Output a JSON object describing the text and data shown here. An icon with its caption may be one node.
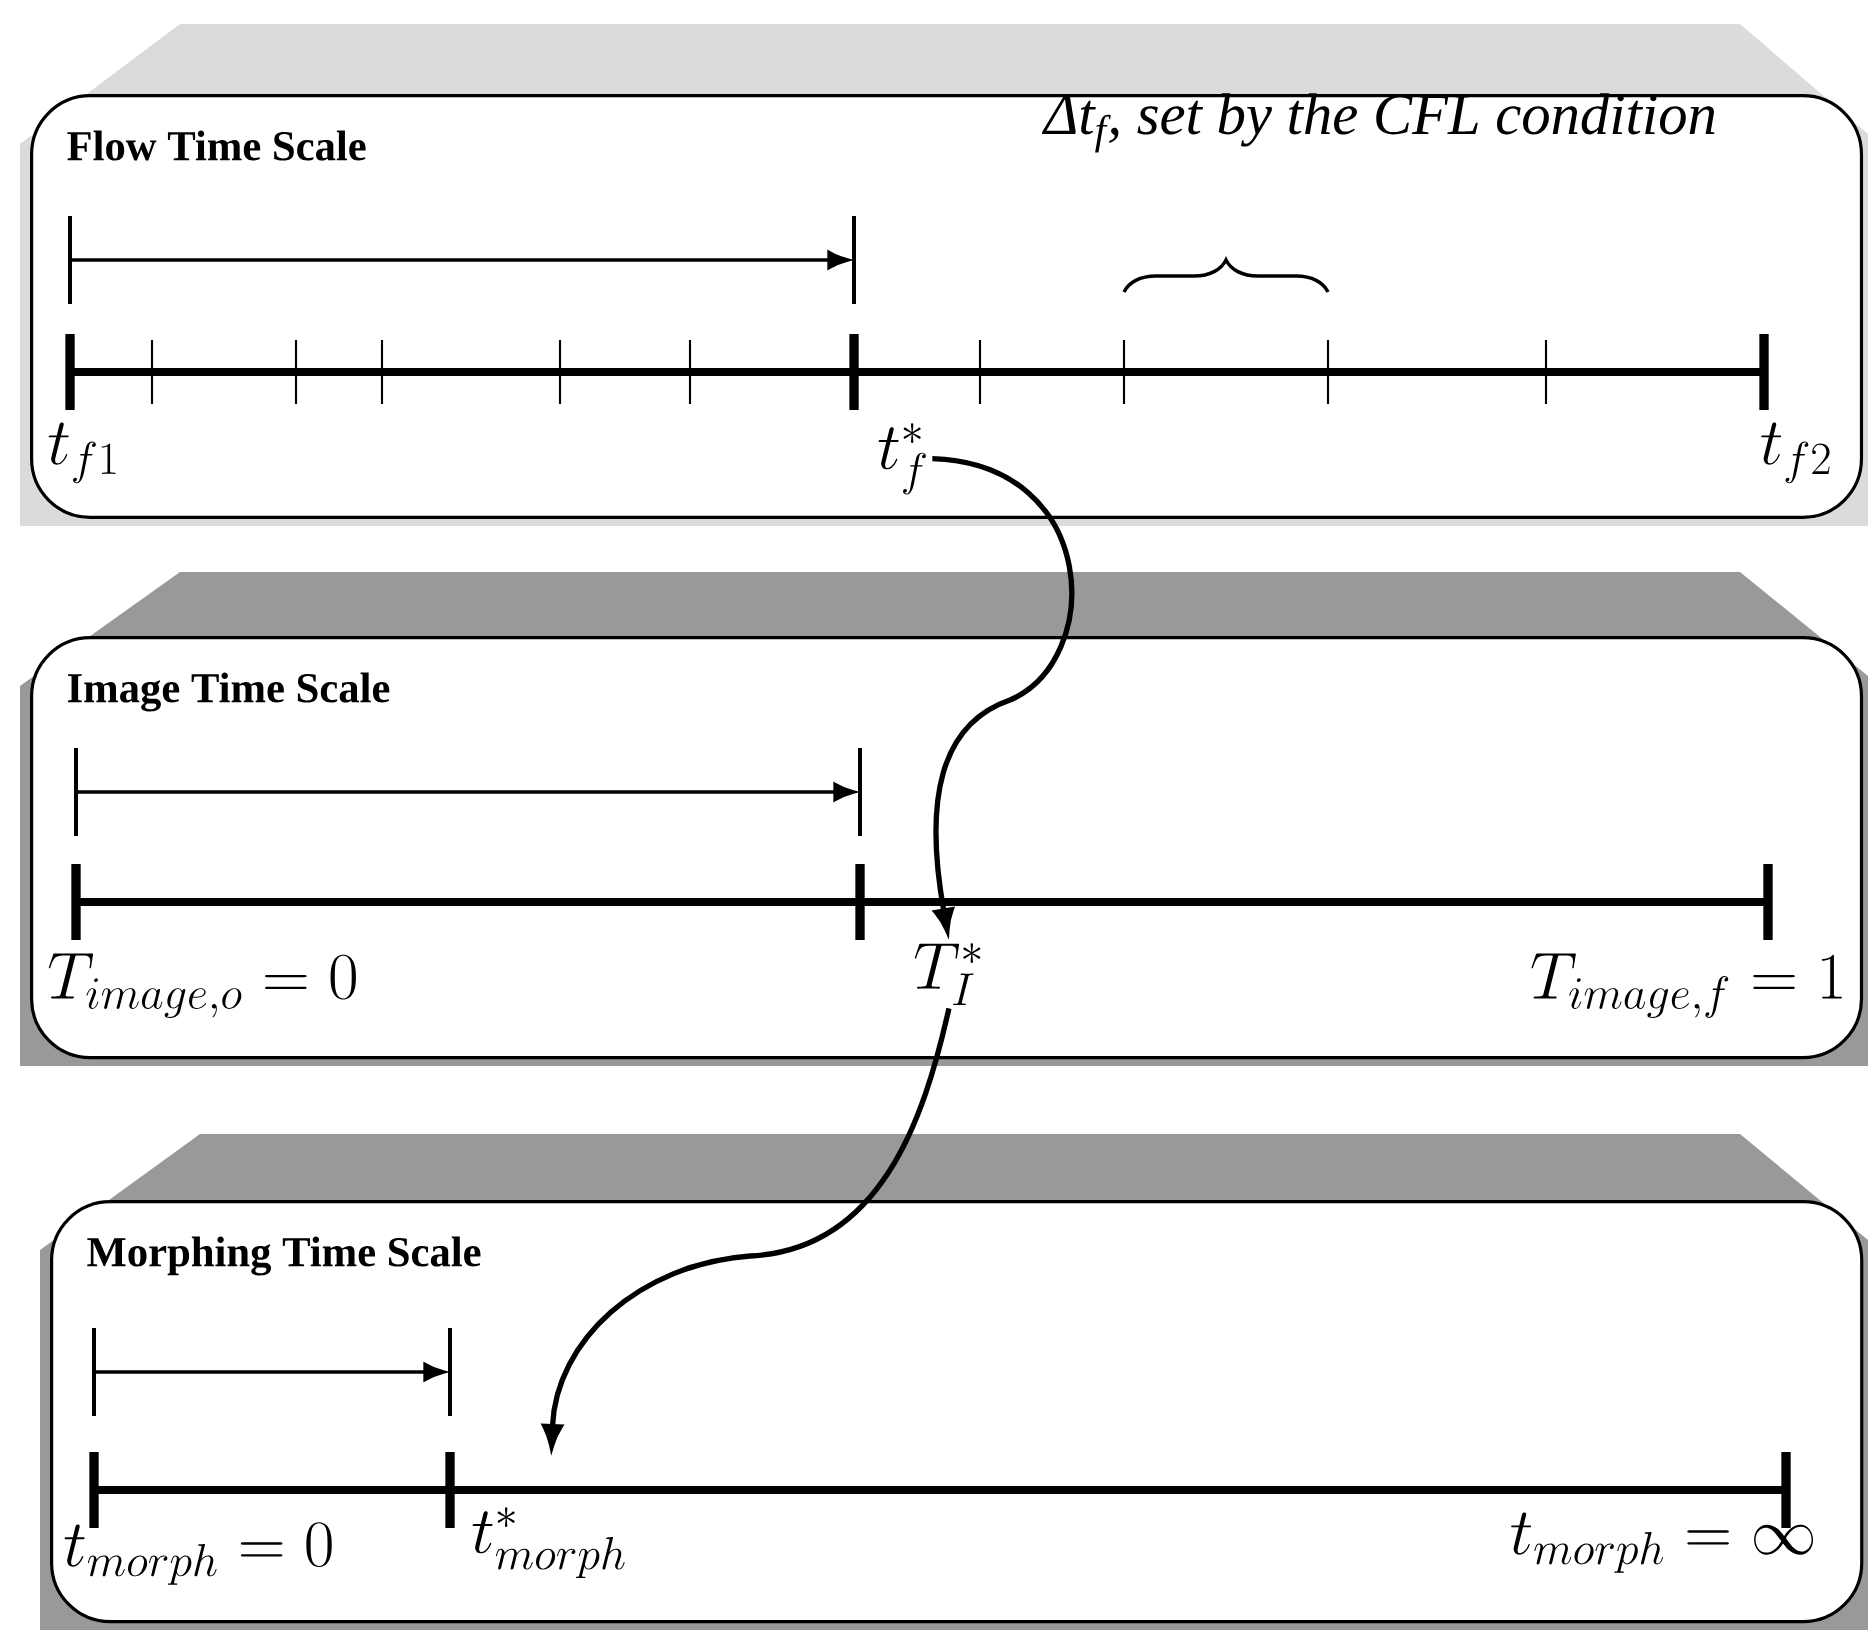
{
  "diagram": {
    "nodes": [
      {
        "text": [
          "Flow Time Scale"
        ]
      },
      {
        "text": [
          "t_f^*"
        ],
        "in": 0
      },
      {
        "text": [
          "Image Time Scale"
        ]
      },
      {
        "text": [
          "T_I^*"
        ],
        "in": 2
      },
      {
        "text": [
          "Morphing Time Scale"
        ]
      },
      {
        "text": [
          "t_{morph}^*"
        ],
        "in": 4
      }
    ],
    "edges": [
      {
        "from": 1,
        "to": 3,
        "arrow": "to"
      },
      {
        "from": 3,
        "to": 5,
        "arrow": "to"
      }
    ],
    "labels": [
      "Δt$_{f}$, set by the CFL condition",
      "t_{f1}",
      "t_{f2}",
      "T_{image,o} = 0",
      "T_{image,f} = 1",
      "t_{morph} = 0",
      "t_{morph} = \\infty"
    ]
  }
}
